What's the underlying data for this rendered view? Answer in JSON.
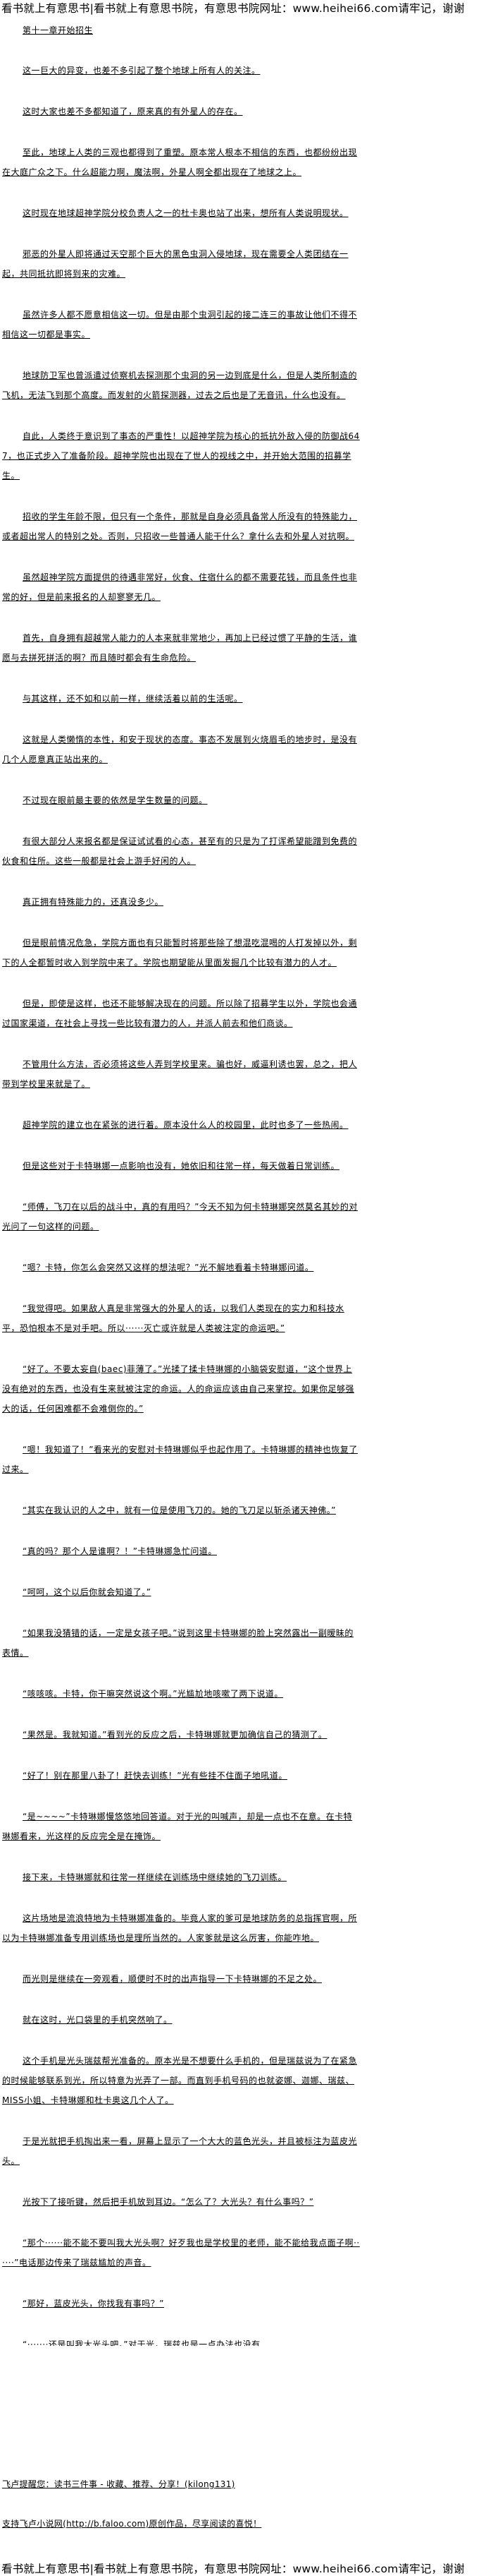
{
  "site_banner": "看书就上有意思书|看书就上有意思书院，有意思书院网址：www.heihei66.com请牢记，谢谢",
  "chapter_title": "第十一章开始招生",
  "paragraphs": [
    "这一巨大的异变，也差不多引起了整个地球上所有人的关注。",
    "这时大家也差不多都知道了，原来真的有外星人的存在。",
    "至此，地球上人类的三观也都得到了重塑。原本常人根本不相信的东西，也都纷纷出现在大庭广众之下。什么超能力啊，魔法啊，外星人啊全都出现在了地球之上。",
    "这时现在地球超神学院分校负责人之一的杜卡奥也站了出来，想所有人类说明现状。",
    "邪恶的外星人即将通过天空那个巨大的黑色虫洞入侵地球，现在需要全人类团结在一起，共同抵抗即将到来的灾难。",
    "虽然许多人都不愿意相信这一切。但是由那个虫洞引起的接二连三的事故让他们不得不相信这一切都是事实。",
    "地球防卫军也曾派遣过侦察机去探测那个虫洞的另一边到底是什么，但是人类所制造的飞机，无法飞到那个高度。而发射的火箭探测器，过去之后也是了无音讯，什么也没有。",
    "自此，人类终于意识到了事态的严重性！以超神学院为核心的抵抗外敌入侵的防御战647，也正式步入了准备阶段。超神学院也出现在了世人的视线之中，并开始大范围的招募学生。",
    "招收的学生年龄不限，但只有一个条件，那就是自身必须具备常人所没有的特殊能力，或者超出常人的特别之处。否则，只招收一些普通人能干什么？拿什么去和外星人对抗啊。",
    "虽然超神学院方面提供的待遇非常好，伙食、住宿什么的都不需要花钱，而且条件也非常的好，但是前来报名的人却寥寥无几。",
    "首先，自身拥有超越常人能力的人本来就非常地少，再加上已经过惯了平静的生活，谁愿与去拼死拼活的啊？而且随时都会有生命危险。",
    "与其这样，还不如和以前一样，继续活着以前的生活呢。",
    "这就是人类懒惰的本性，和安于现状的态度。事态不发展到火烧眉毛的地步时，是没有几个人愿意真正站出来的。",
    "不过现在眼前最主要的依然是学生数量的问题。",
    "有很大部分人来报名都是保证试试看的心态，甚至有的只是为了打诨希望能蹭到免费的伙食和住所。这些一般都是社会上游手好闲的人。",
    "真正拥有特殊能力的，还真没多少。",
    "但是眼前情况危急，学院方面也有只能暂时将那些除了想混吃混喝的人打发掉以外，剩下的人全都暂时收入到学院中来了。学院也期望能从里面发掘几个比较有潜力的人才。",
    "但是，即使是这样，也还不能够解决现在的问题。所以除了招募学生以外，学院也会通过国家渠道，在社会上寻找一些比较有潜力的人，并派人前去和他们商谈。",
    "不管用什么方法，否必须将这些人弄到学校里来。骗也好，威逼利诱也罢，总之，把人带到学校里来就是了。",
    "超神学院的建立也在紧张的进行着。原本没什么人的校园里，此时也多了一些热闹。",
    "但是这些对于卡特琳娜一点影响也没有，她依旧和往常一样，每天做着日常训练。",
    "“师傅，飞刀在以后的战斗中，真的有用吗？”今天不知为何卡特琳娜突然莫名其妙的对光问了一句这样的问题。",
    "“嗯？卡特，你怎么会突然又这样的想法呢？”光不解地看着卡特琳娜问道。",
    "“我觉得吧。如果敌人真是非常强大的外星人的话，以我们人类现在的实力和科技水平，恐怕根本不是对手吧。所以······灭亡或许就是人类被注定的命运吧。”",
    "“好了。不要太妄自(baec)菲薄了。”光揉了揉卡特琳娜的小脑袋安慰道，“这个世界上没有绝对的东西，也没有生来就被注定的命运。人的命运应该由自己来掌控。如果你足够强大的话，任何困难都不会难倒你的。”",
    "“嗯！我知道了！”看来光的安慰对卡特琳娜似乎也起作用了。卡特琳娜的精神也恢复了过来。",
    "“其实在我认识的人之中，就有一位是使用飞刀的。她的飞刀足以斩杀诸天神佛。”",
    "“真的吗？那个人是谁啊？！”卡特琳娜急忙问道。",
    "“呵呵，这个以后你就会知道了。”",
    "“如果我没猜错的话，一定是女孩子吧。”说到这里卡特琳娜的脸上突然露出一副暧昧的表情。",
    "“咳咳咳。卡特，你干嘛突然说这个啊。”光尴尬地咳嗽了两下说道。",
    "“果然是。我就知道。”看到光的反应之后，卡特琳娜就更加确信自己的猜测了。",
    "“好了！别在那里八卦了！赶快去训练！”光有些挂不住面子地吼道。",
    "“是~~~~”卡特琳娜慢悠悠地回答道。对于光的叫喊声，却是一点也不在意。在卡特琳娜看来，光这样的反应完全是在掩饰。",
    "接下来，卡特琳娜就和往常一样继续在训练场中继续她的飞刀训练。",
    "这片场地是流浪特地为卡特琳娜准备的。毕竟人家的爹可是地球防务的总指挥官啊，所以为卡特琳娜准备专用训练场也是理所当然的。人家爹就是这么厉害，你能咋地。",
    "而光则是继续在一旁观看，顺便时不时的出声指导一下卡特琳娜的不足之处。",
    "就在这时，光口袋里的手机突然响了。",
    "这个手机是光头瑞兹帮光准备的。原本光是不想要什么手机的，但是瑞兹说为了在紧急的时候能够联系到光，所以特意为光弄了一部。而直到手机号码的也就姿娜、迦娜、瑞兹、MISS小姐、卡特琳娜和杜卡奥这几个人了。",
    "于是光就把手机掏出来一看，屏幕上显示了一个大大的蓝色光头，并且被标注为蓝皮光头。",
    "光按下了接听键，然后把手机放到耳边。“怎么了？大光头？有什么事吗？”",
    "“那个······能不能不要叫我大光头啊？好歹我也是学校里的老师，能不能给我点面子啊······”电话那边传来了瑞兹尴尬的声音。",
    "“那好，蓝皮光头，你找我有事吗？”",
    "“·······还是叫我大光头吧。”对于光，瑞兹也是一点办法也没有"
  ],
  "footer": {
    "reminder": "飞卢提醒您：读书三件事 - 收藏、推荐、分享！(kilong131)",
    "support": "支持飞卢小说网(http://b.faloo.com)原创作品，尽享阅读的喜悦！"
  }
}
